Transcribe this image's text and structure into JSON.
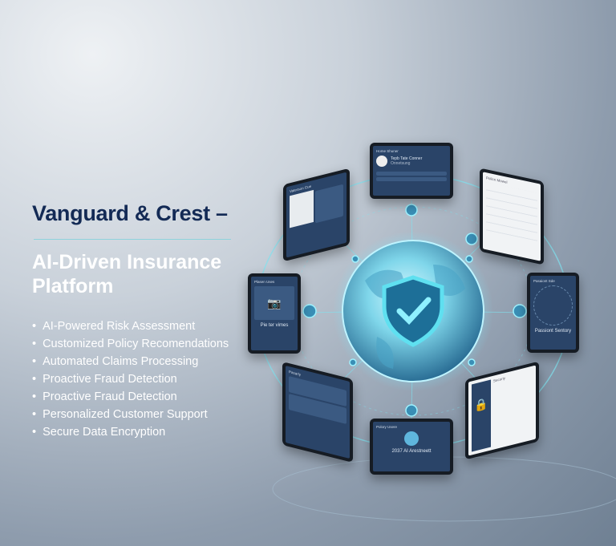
{
  "headline": {
    "brand": "Vanguard & Crest –",
    "subtitle": "AI-Driven Insurance Platform"
  },
  "features": [
    "AI-Powered Risk Assessment",
    "Customized Policy Recomendations",
    "Automated Claims Processing",
    "Proactive Fraud Detection",
    "Proactive Fraud Detection",
    "Personalized Customer Support",
    "Secure Data Encryption"
  ],
  "devices": {
    "top": {
      "header": "Home Shuner",
      "name": "Tepb Tate Conner",
      "role": "Onnetsung"
    },
    "top_right": {
      "header": "Policn Mowel"
    },
    "right": {
      "header": "Pasaiont Sde",
      "caption": "Passiont Sentory"
    },
    "bottom": {
      "header": "Polory Usere",
      "caption": "2037 AI Arestneett"
    },
    "left": {
      "header": "Plasen Uses",
      "caption": "Pie ter vimes"
    },
    "top_left": {
      "header": "Vaterson Cue"
    },
    "bottom_left": {
      "header": "Pasarly"
    },
    "bottom_right": {
      "header": "Securiy"
    }
  },
  "colors": {
    "title": "#132a55",
    "glow": "#5fe0f0",
    "shield": "#4cd3e8"
  }
}
